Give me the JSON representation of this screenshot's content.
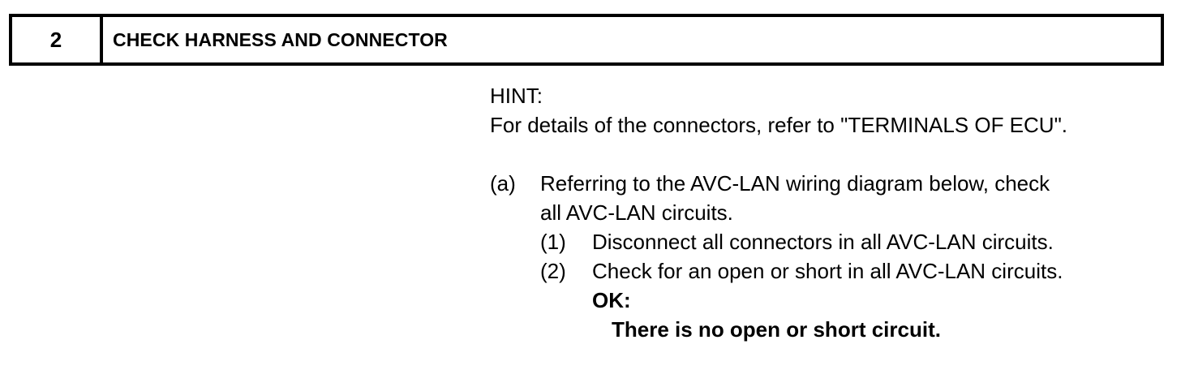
{
  "header": {
    "step_number": "2",
    "title": "CHECK HARNESS AND CONNECTOR"
  },
  "hint": {
    "label": "HINT:",
    "text": "For details of the connectors, refer to \"TERMINALS OF ECU\"."
  },
  "procedure": {
    "a": {
      "marker": "(a)",
      "line1": "Referring to the AVC-LAN wiring diagram below, check",
      "line2": "all AVC-LAN circuits.",
      "steps": [
        {
          "marker": "(1)",
          "text": "Disconnect all connectors in all AVC-LAN circuits."
        },
        {
          "marker": "(2)",
          "text": "Check for an open or short in all AVC-LAN circuits."
        }
      ]
    },
    "ok_label": "OK:",
    "ok_text": "There is no open or short circuit."
  }
}
